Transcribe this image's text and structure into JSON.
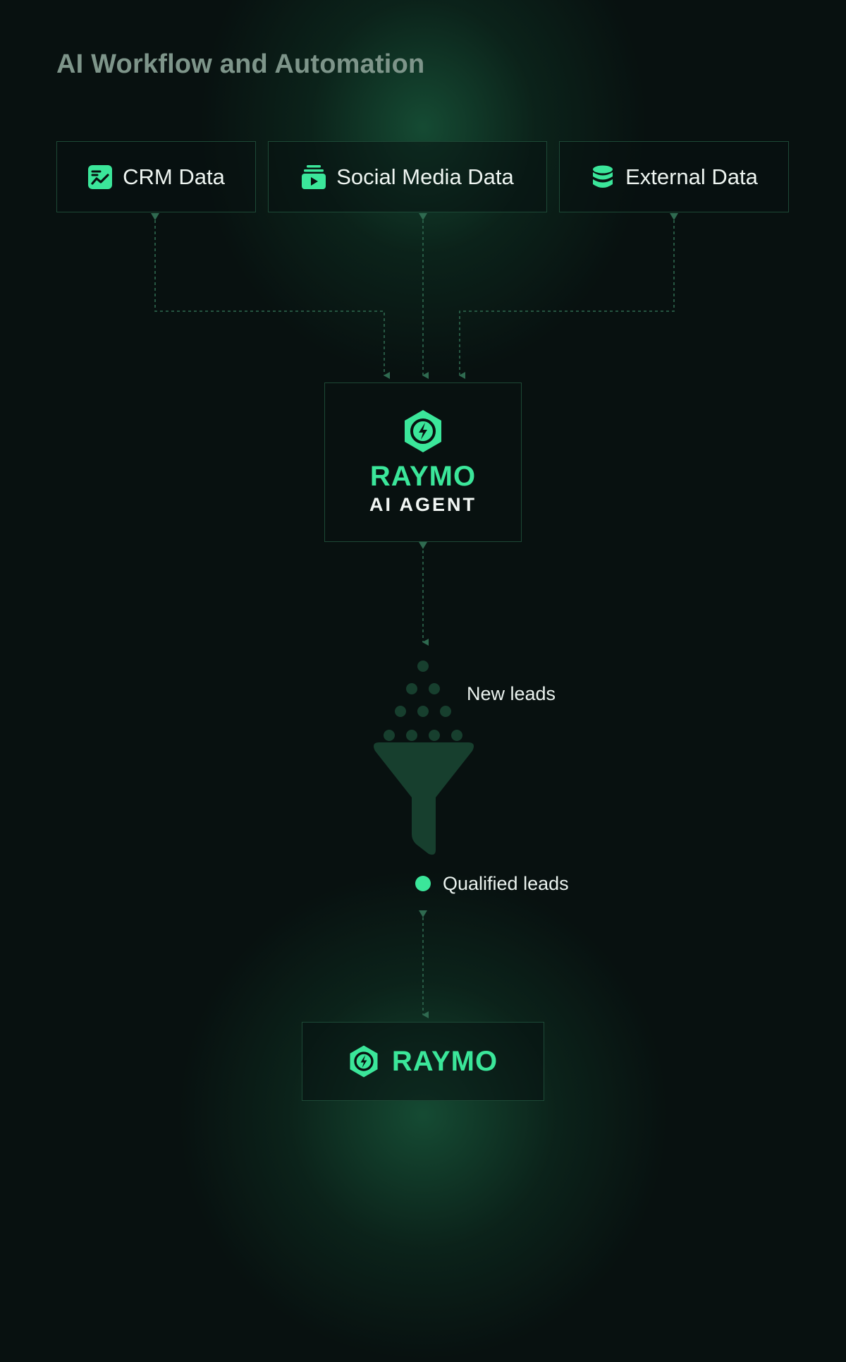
{
  "title": "AI Workflow and Automation",
  "sources": [
    {
      "label": "CRM Data",
      "icon": "chart-icon"
    },
    {
      "label": "Social Media Data",
      "icon": "media-play-icon"
    },
    {
      "label": "External Data",
      "icon": "database-icon"
    }
  ],
  "agent": {
    "name": "RAYMO",
    "subtitle": "AI AGENT",
    "icon": "lightning-hexagon-icon"
  },
  "funnel": {
    "input_label": "New leads",
    "output_label": "Qualified leads"
  },
  "destination": {
    "name": "RAYMO",
    "icon": "lightning-hexagon-icon"
  },
  "colors": {
    "background": "#081110",
    "accent": "#3be69a",
    "border": "#1d4936",
    "connector": "#2f6a50",
    "funnel": "#173f2e",
    "title": "#7e958a"
  }
}
